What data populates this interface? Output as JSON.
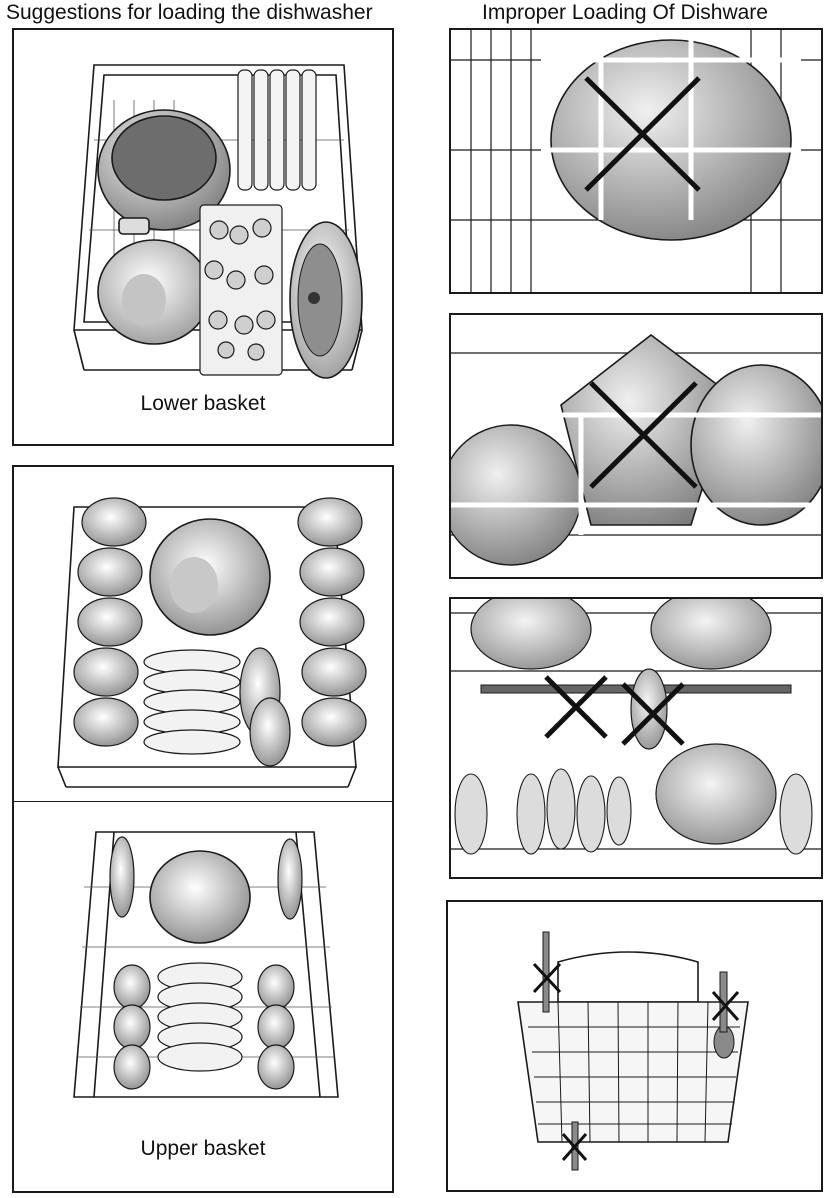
{
  "headings": {
    "left": "Suggestions for loading the dishwasher",
    "right": "Improper Loading Of Dishware"
  },
  "captions": {
    "lower": "Lower basket",
    "upper": "Upper basket"
  },
  "colors": {
    "line": "#1a1a1a",
    "dish_light": "#e6e6e6",
    "dish_mid": "#b8b8b8",
    "dish_dark": "#8a8a8a"
  }
}
